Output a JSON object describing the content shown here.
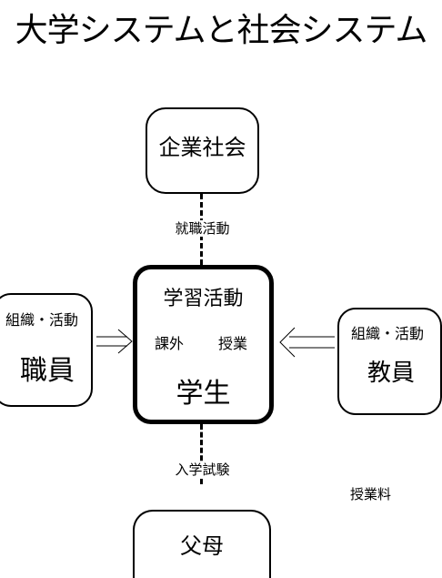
{
  "title": "大学システムと社会システム",
  "nodes": {
    "company": {
      "label": "企業社会"
    },
    "student": {
      "activity": "学習活動",
      "extracurricular": "課外",
      "lecture": "授業",
      "label": "学生"
    },
    "staff": {
      "org": "組織・活動",
      "label": "職員"
    },
    "faculty": {
      "org": "組織・活動",
      "label": "教員"
    },
    "parents": {
      "label": "父母"
    }
  },
  "links": {
    "job_hunting": "就職活動",
    "entrance_exam": "入学試験",
    "tuition": "授業料"
  }
}
